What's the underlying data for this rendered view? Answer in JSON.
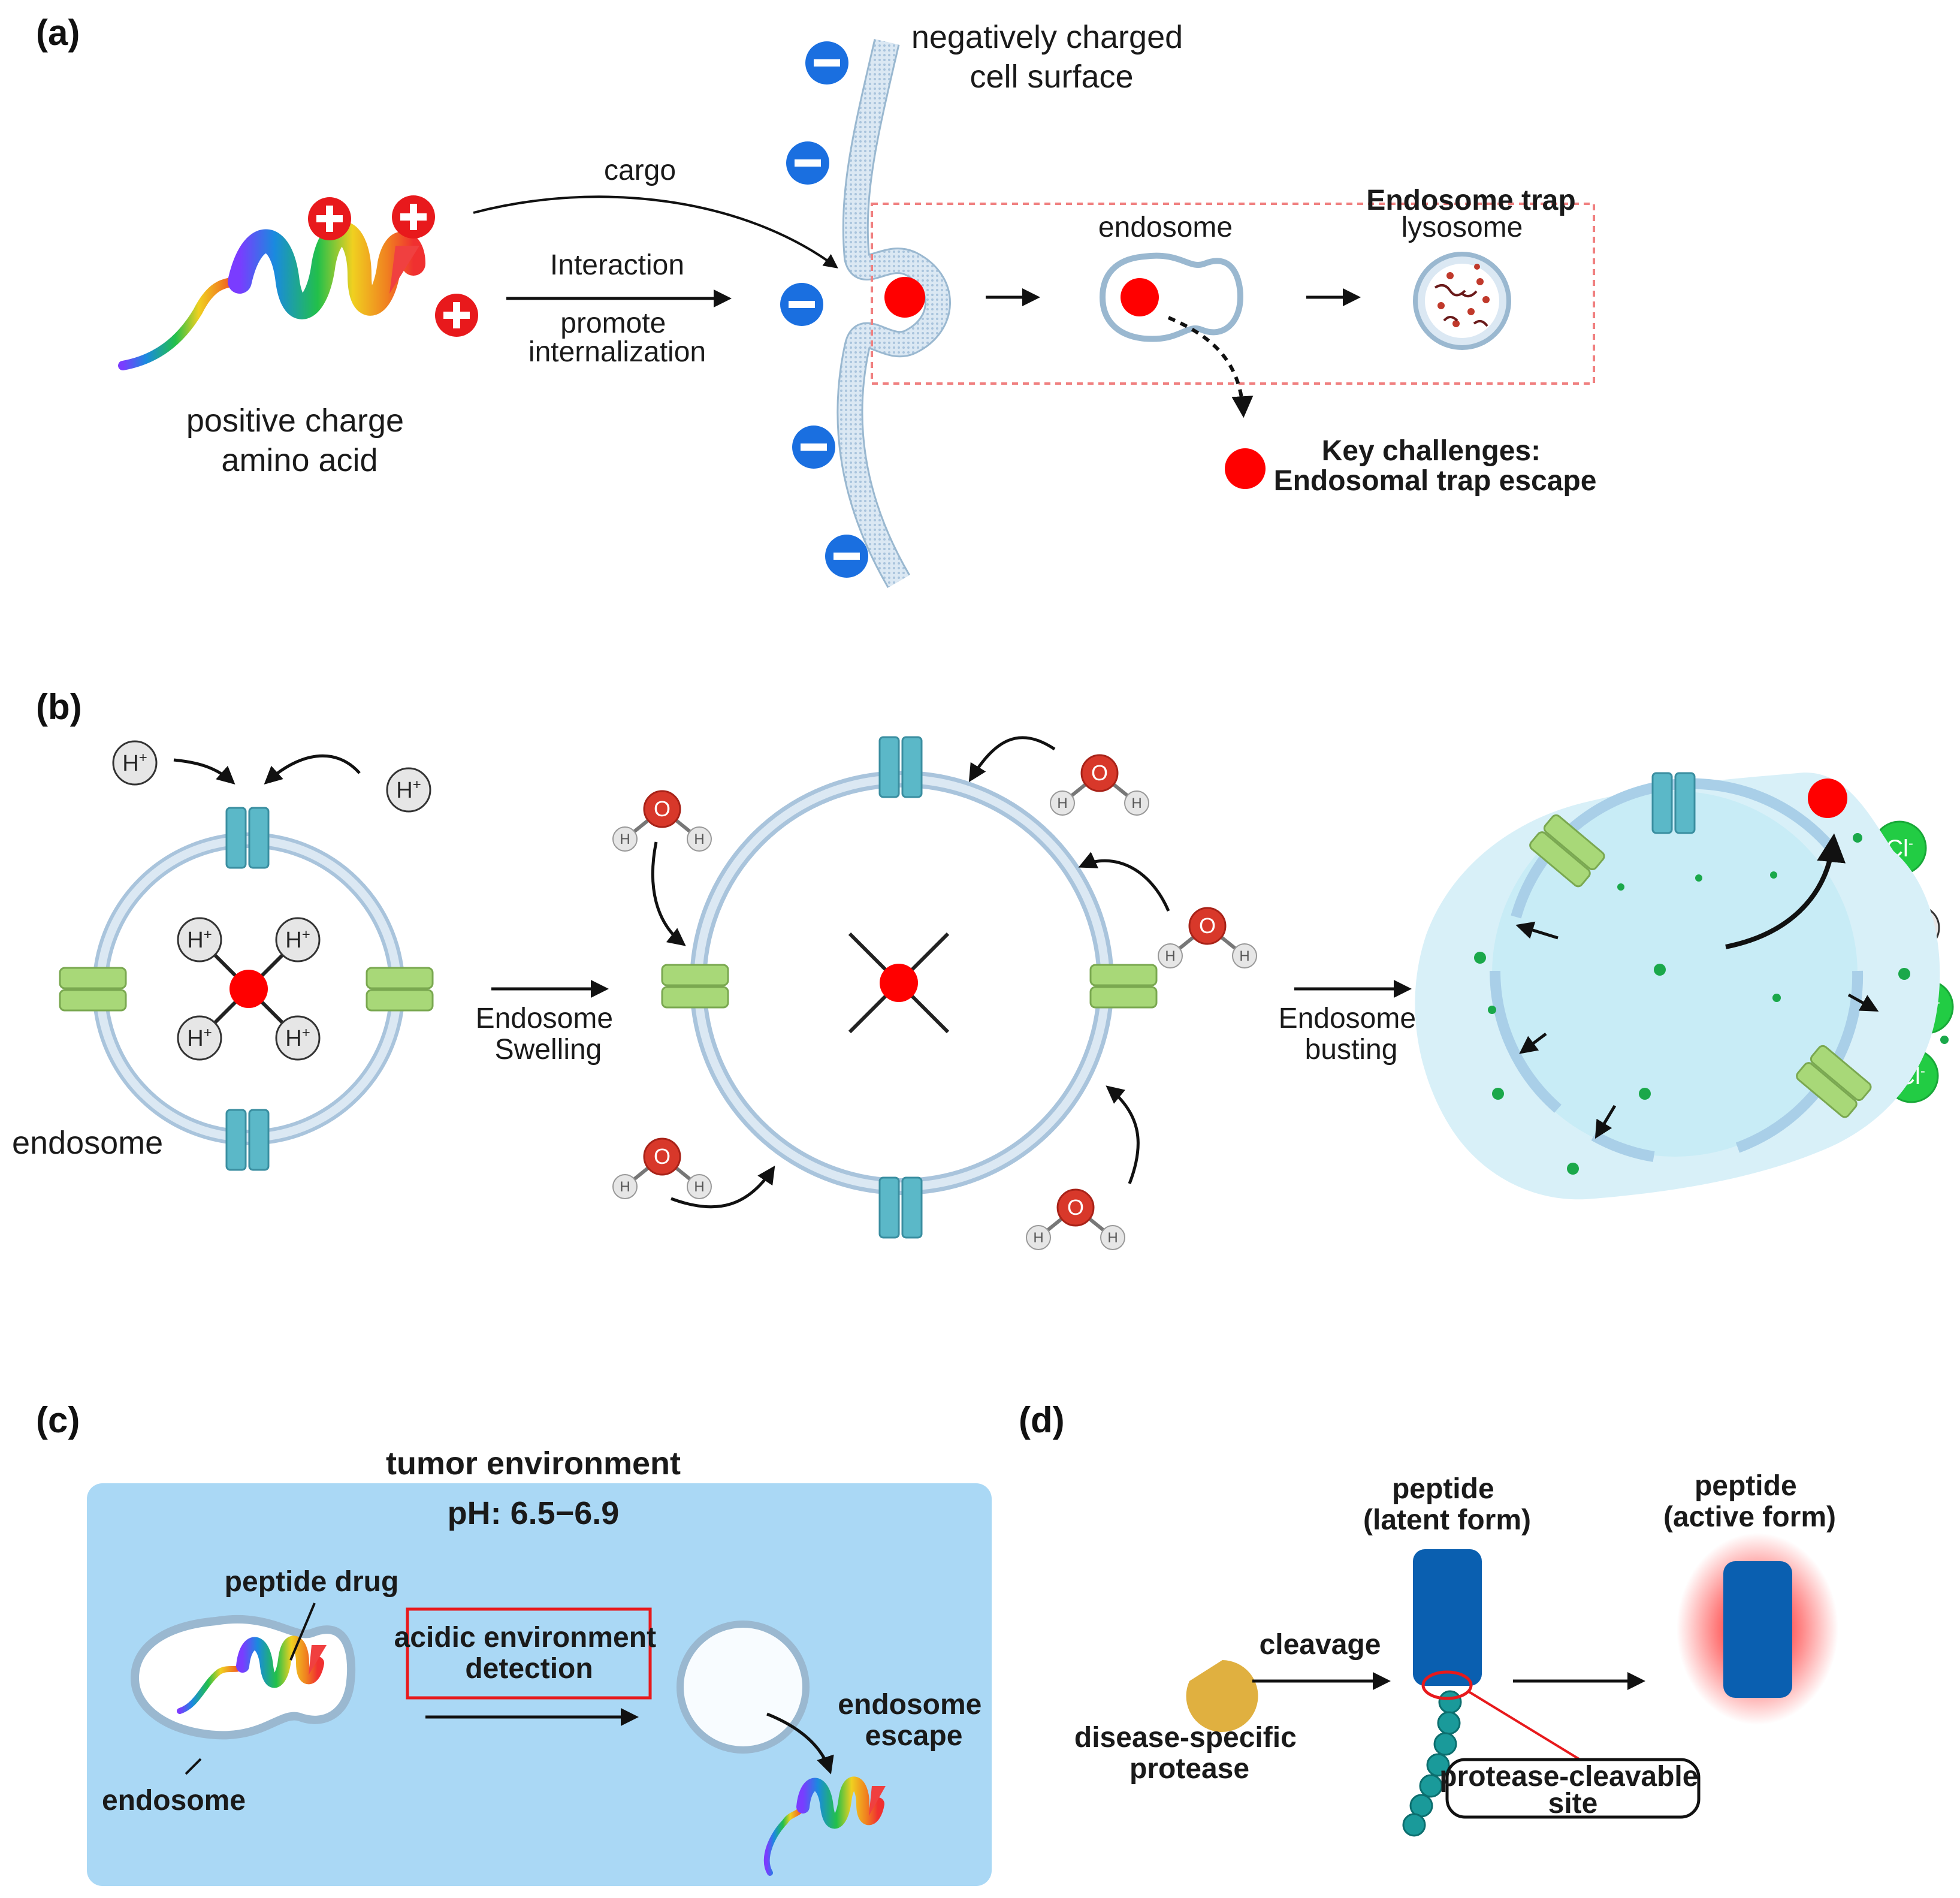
{
  "panels": {
    "a": {
      "tag": "(a)",
      "peptide_label": [
        "positive charge",
        "amino acid"
      ],
      "cell_surface_label": [
        "negatively charged",
        "cell surface"
      ],
      "cargo_label": "cargo",
      "interaction_label": "Interaction",
      "internalization_label": [
        "promote",
        "internalization"
      ],
      "endosome_label": "endosome",
      "trap_title": "Endosome trap",
      "lysosome_label": "lysosome",
      "challenge_label": [
        "Key challenges:",
        "Endosomal trap escape"
      ]
    },
    "b": {
      "tag": "(b)",
      "endosome_label": "endosome",
      "swelling_label": [
        "Endosome",
        "Swelling"
      ],
      "busting_label": [
        "Endosome",
        "busting"
      ],
      "proton": "H",
      "proton_sup": "+",
      "chloride": "Cl",
      "chloride_sup": "-",
      "oxygen": "O",
      "hydrogen": "H"
    },
    "c": {
      "tag": "(c)",
      "env_title": "tumor environment",
      "ph_label": "pH: 6.5−6.9",
      "drug_label": "peptide drug",
      "endosome_label": "endosome",
      "detection_label": [
        "acidic environment",
        "detection"
      ],
      "escape_label": [
        "endosome",
        "escape"
      ]
    },
    "d": {
      "tag": "(d)",
      "latent_label": [
        "peptide",
        "(latent form)"
      ],
      "active_label": [
        "peptide",
        "(active form)"
      ],
      "cleavage_label": "cleavage",
      "protease_label": [
        "disease-specific",
        "protease"
      ],
      "site_label": [
        "protease-cleavable",
        "site"
      ]
    }
  },
  "colors": {
    "positive": "#e8191c",
    "negative": "#1a6fe0",
    "membrane": "#c9dcea",
    "channel": "#5bb8c8",
    "transporter": "#a8d878",
    "chloride": "#22cc44",
    "cargo": "#ff0000",
    "tumor_bg": "#aad8f5",
    "peptide_blue": "#0a5fb0",
    "protease": "#e0b040",
    "chain": "#1a9a9a",
    "trap_box": "#f08080"
  }
}
